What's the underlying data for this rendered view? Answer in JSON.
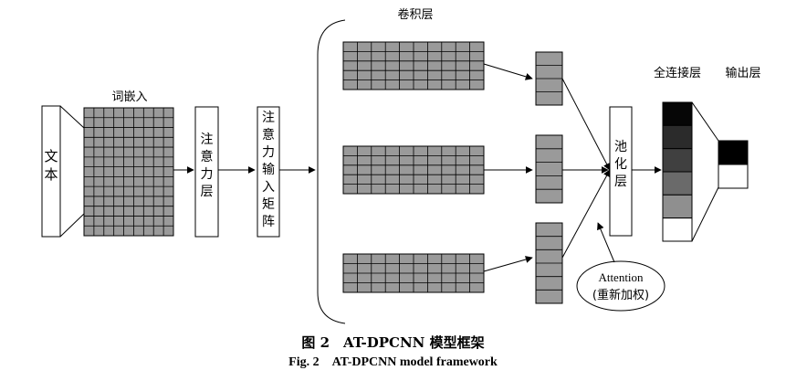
{
  "nodes": {
    "text_input": "文本",
    "word_embedding": "词嵌入",
    "attention_layer": "注意力层",
    "attention_matrix": "注意力输入矩阵",
    "convolution_layer": "卷积层",
    "pooling_layer": "池化层",
    "attention_weighting_line1": "Attention",
    "attention_weighting_line2": "(重新加权)",
    "fully_connected_layer": "全连接层",
    "output_layer": "输出层"
  },
  "fc_colors": [
    "#060606",
    "#2b2b2b",
    "#404040",
    "#6a6a6a",
    "#8f8f8f",
    "#ffffff"
  ],
  "output_colors": [
    "#000000",
    "#ffffff"
  ],
  "caption": {
    "zh": "图 2　AT-DPCNN 模型框架",
    "en": "Fig. 2　AT-DPCNN model framework"
  }
}
